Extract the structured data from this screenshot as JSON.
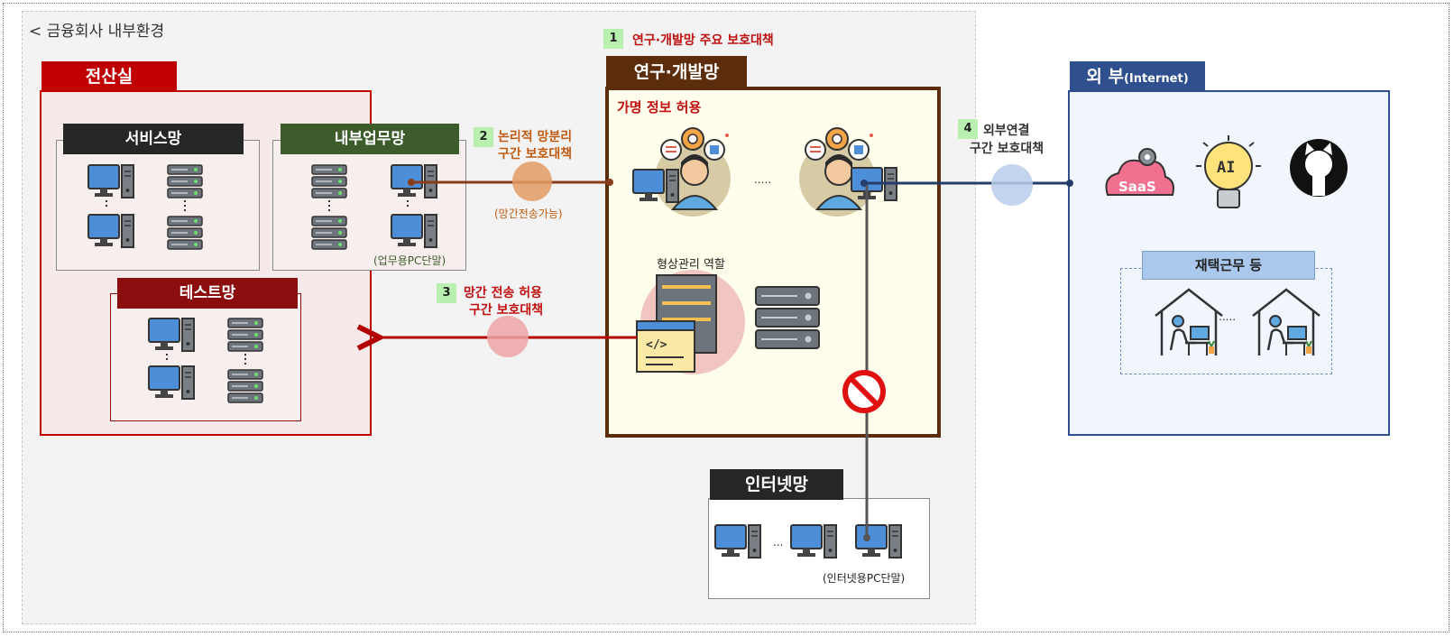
{
  "env_title": "< 금융회사 내부환경",
  "datacenter": {
    "title": "전산실",
    "service_net": "서비스망",
    "internal_net": "내부업무망",
    "internal_pc_label": "(업무용PC단말)",
    "test_net": "테스트망"
  },
  "rnd": {
    "title": "연구·개발망",
    "pseudonym_label": "가명 정보 허용",
    "config_mgmt_label": "형상관리 역할",
    "ellipsis": "....."
  },
  "external": {
    "title_main": "외 부",
    "title_sub": "(Internet)",
    "saas_label": "SaaS",
    "ai_label": "AI",
    "remote_work_label": "재택근무 등",
    "ellipsis": "....."
  },
  "internet_net": {
    "title": "인터넷망",
    "pc_label": "(인터넷용PC단말)",
    "ellipsis": "..."
  },
  "callouts": [
    {
      "num": "1",
      "line1": "연구·개발망 주요 보호대책"
    },
    {
      "num": "2",
      "line1": "논리적 망분리",
      "line2": "구간 보호대책",
      "note": "(망간전송가능)"
    },
    {
      "num": "3",
      "line1": "망간 전송 허용",
      "line2": "구간 보호대책"
    },
    {
      "num": "4",
      "line1": "외부연결",
      "line2": "구간 보호대책"
    }
  ],
  "colors": {
    "datacenter": "#c00000",
    "rnd": "#5c2d0c",
    "external": "#2f4f8f",
    "internal_net": "#3c5c2c",
    "service_net": "#262626",
    "test_net": "#8b0d0d"
  }
}
